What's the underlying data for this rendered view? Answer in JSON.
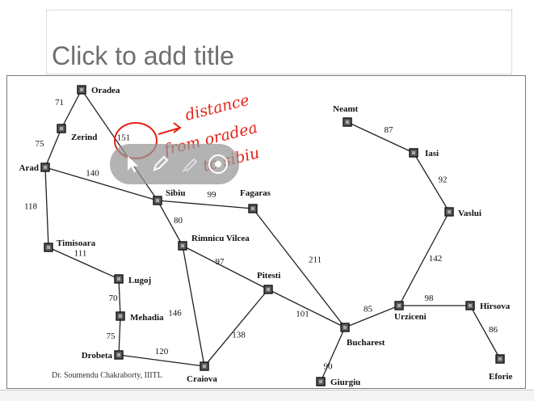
{
  "slide": {
    "title_placeholder": "Click to add title",
    "footer": "Dr. Soumendu Chakraborty, IIITL"
  },
  "map": {
    "cities": [
      {
        "id": "oradea",
        "name": "Oradea"
      },
      {
        "id": "zerind",
        "name": "Zerind"
      },
      {
        "id": "arad",
        "name": "Arad"
      },
      {
        "id": "sibiu",
        "name": "Sibiu"
      },
      {
        "id": "fagaras",
        "name": "Fagaras"
      },
      {
        "id": "timisoara",
        "name": "Timisoara"
      },
      {
        "id": "lugoj",
        "name": "Lugoj"
      },
      {
        "id": "mehadia",
        "name": "Mehadia"
      },
      {
        "id": "drobeta",
        "name": "Drobeta"
      },
      {
        "id": "craiova",
        "name": "Craiova"
      },
      {
        "id": "rimnicu",
        "name": "Rimnicu Vilcea"
      },
      {
        "id": "pitesti",
        "name": "Pitesti"
      },
      {
        "id": "bucharest",
        "name": "Bucharest"
      },
      {
        "id": "giurgiu",
        "name": "Giurgiu"
      },
      {
        "id": "urziceni",
        "name": "Urziceni"
      },
      {
        "id": "hirsova",
        "name": "Hirsova"
      },
      {
        "id": "eforie",
        "name": "Eforie"
      },
      {
        "id": "vaslui",
        "name": "Vaslui"
      },
      {
        "id": "iasi",
        "name": "Iasi"
      },
      {
        "id": "neamt",
        "name": "Neamt"
      }
    ],
    "roads": [
      {
        "from": "oradea",
        "to": "zerind",
        "distance": "71"
      },
      {
        "from": "zerind",
        "to": "arad",
        "distance": "75"
      },
      {
        "from": "oradea",
        "to": "sibiu",
        "distance": "151"
      },
      {
        "from": "arad",
        "to": "sibiu",
        "distance": "140"
      },
      {
        "from": "arad",
        "to": "timisoara",
        "distance": "118"
      },
      {
        "from": "sibiu",
        "to": "fagaras",
        "distance": "99"
      },
      {
        "from": "sibiu",
        "to": "rimnicu",
        "distance": "80"
      },
      {
        "from": "timisoara",
        "to": "lugoj",
        "distance": "111"
      },
      {
        "from": "lugoj",
        "to": "mehadia",
        "distance": "70"
      },
      {
        "from": "mehadia",
        "to": "drobeta",
        "distance": "75"
      },
      {
        "from": "drobeta",
        "to": "craiova",
        "distance": "120"
      },
      {
        "from": "rimnicu",
        "to": "pitesti",
        "distance": "97"
      },
      {
        "from": "rimnicu",
        "to": "craiova",
        "distance": "146"
      },
      {
        "from": "craiova",
        "to": "pitesti",
        "distance": "138"
      },
      {
        "from": "pitesti",
        "to": "bucharest",
        "distance": "101"
      },
      {
        "from": "fagaras",
        "to": "bucharest",
        "distance": "211"
      },
      {
        "from": "bucharest",
        "to": "giurgiu",
        "distance": "90"
      },
      {
        "from": "bucharest",
        "to": "urziceni",
        "distance": "85"
      },
      {
        "from": "urziceni",
        "to": "hirsova",
        "distance": "98"
      },
      {
        "from": "hirsova",
        "to": "eforie",
        "distance": "86"
      },
      {
        "from": "urziceni",
        "to": "vaslui",
        "distance": "142"
      },
      {
        "from": "vaslui",
        "to": "iasi",
        "distance": "92"
      },
      {
        "from": "iasi",
        "to": "neamt",
        "distance": "87"
      }
    ],
    "annotation": {
      "line1": "distance",
      "line2": "from oradea",
      "line3": "to sibiu",
      "color": "#e32418"
    }
  },
  "toolbar": {
    "buttons": [
      "pointer-arrow-icon",
      "pen-icon",
      "highlighter-icon",
      "more-options-icon"
    ]
  }
}
